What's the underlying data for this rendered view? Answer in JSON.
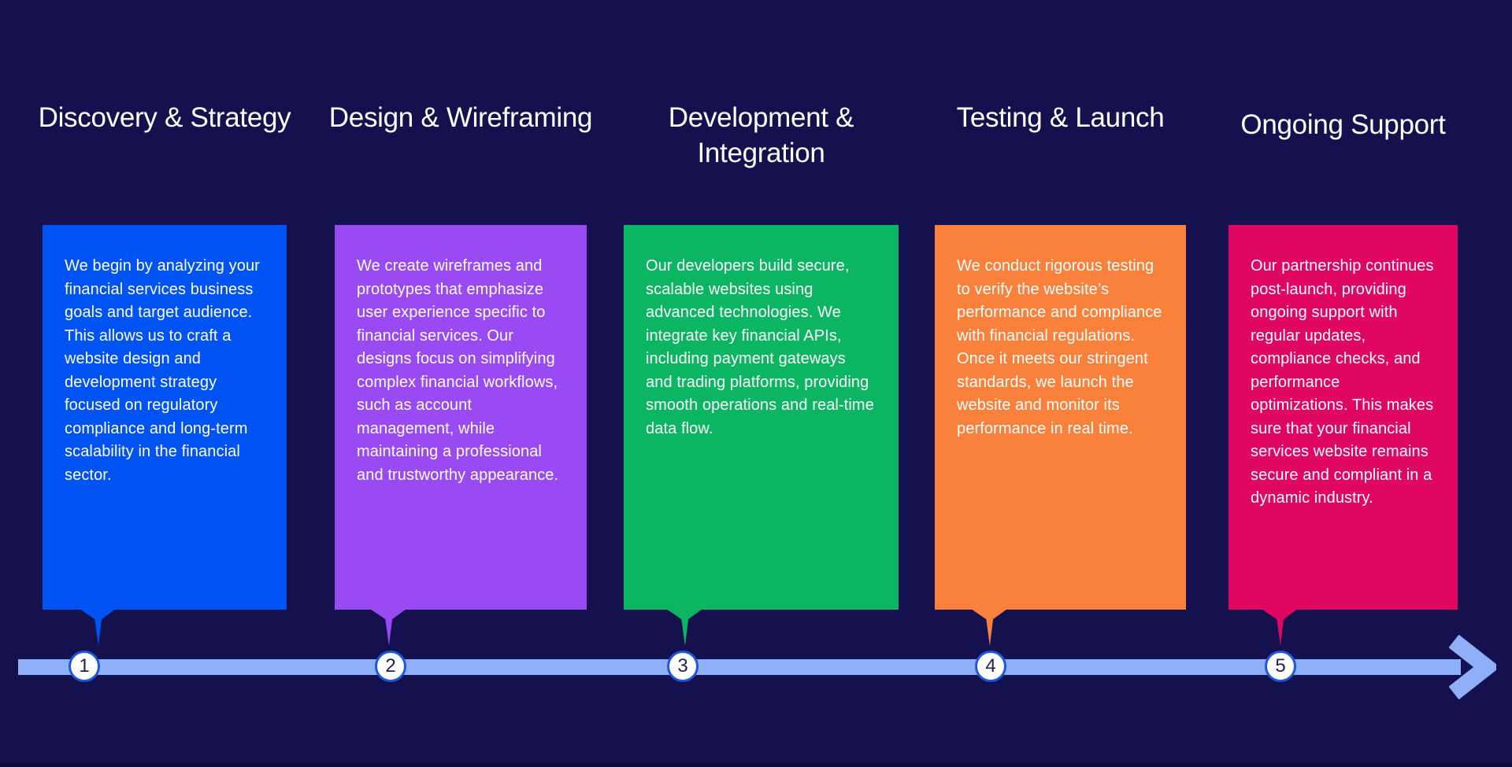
{
  "page": {
    "background_color": "#15114E",
    "title_color": "#FFFFFF",
    "body_text_color": "#FFFFFF"
  },
  "timeline": {
    "bar_color": "#8FAFF8",
    "arrow_color": "#8FAFF8",
    "marker_fill": "#FFFFFF",
    "marker_ring_color": "#1D57DB",
    "marker_number_color": "#23224F",
    "steps": [
      {
        "number": "1",
        "title": "Discovery & Strategy",
        "color": "#0053F3",
        "description": "We begin by analyzing your financial services business goals and target audience. This allows us to craft a website design and development strategy focused on regulatory compliance and long-term scalability in the financial sector."
      },
      {
        "number": "2",
        "title": "Design & Wireframing",
        "color": "#9A4AF2",
        "description": "We create wireframes and prototypes that emphasize user experience specific to financial services. Our designs focus on simplifying complex financial workflows, such as account management, while maintaining a professional and trustworthy appearance."
      },
      {
        "number": "3",
        "title": "Development &\nIntegration",
        "color": "#0CB562",
        "description": "Our developers build secure, scalable websites using advanced technologies. We integrate key financial APIs, including payment gateways and trading platforms, providing smooth operations and real-time data flow."
      },
      {
        "number": "4",
        "title": "Testing & Launch",
        "color": "#F9813B",
        "description": "We conduct rigorous testing to verify the website’s performance and compliance with financial regulations. Once it meets our stringent standards, we launch the website and monitor its performance in real time."
      },
      {
        "number": "5",
        "title": "Ongoing Support",
        "color": "#DF0762",
        "description": "Our partnership continues post-launch, providing ongoing support with regular updates, compliance checks, and performance optimizations. This makes sure that your financial services website remains secure and compliant in a dynamic industry."
      }
    ]
  }
}
